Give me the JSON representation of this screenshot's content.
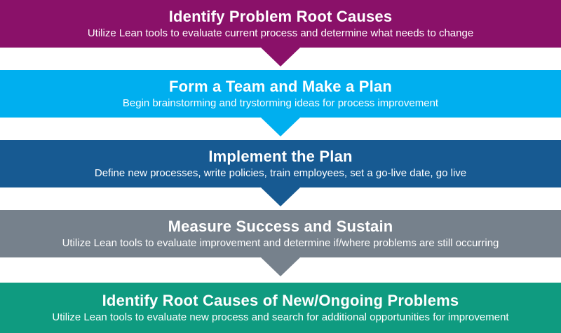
{
  "diagram": {
    "background": "#ffffff",
    "text_color": "#ffffff",
    "steps": [
      {
        "title": "Identify Problem Root Causes",
        "subtitle": "Utilize Lean tools to evaluate current process and determine what needs to change",
        "color": "#8A1169"
      },
      {
        "title": "Form a Team and Make a Plan",
        "subtitle": "Begin brainstorming and trystorming ideas for process improvement",
        "color": "#00AFEF"
      },
      {
        "title": "Implement the Plan",
        "subtitle": "Define new processes, write policies, train employees, set a go-live date, go live",
        "color": "#175A92"
      },
      {
        "title": "Measure Success and Sustain",
        "subtitle": "Utilize Lean tools to evaluate improvement and determine if/where problems are still occurring",
        "color": "#76818C"
      },
      {
        "title": "Identify Root Causes of New/Ongoing Problems",
        "subtitle": "Utilize Lean tools to evaluate new process and search for additional opportunities for improvement",
        "color": "#0F9B80"
      }
    ]
  }
}
